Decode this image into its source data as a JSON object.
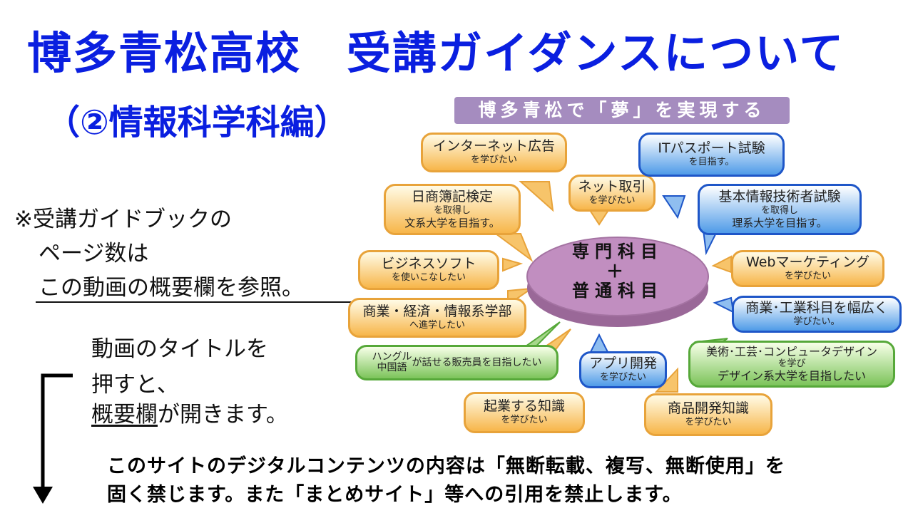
{
  "title": "博多青松高校　受講ガイダンスについて",
  "subtitle": "（②情報科学科編）",
  "note": {
    "line1": "※受講ガイドブックの",
    "line2": "ページ数は",
    "line3": "この動画の概要欄を参照。"
  },
  "hint": {
    "line1": "動画のタイトルを",
    "line2": "押すと、",
    "line3_underlined": "概要欄",
    "line3_rest": "が開きます。"
  },
  "warning": {
    "line1": "このサイトのデジタルコンテンツの内容は「無断転載、複写、無断使用」を",
    "line2": "固く禁じます。また「まとめサイト」等への引用を禁止します。"
  },
  "diagram": {
    "banner": "博多青松で「夢」を実現する",
    "center_top": "専門科目",
    "center_plus": "＋",
    "center_bottom": "普通科目",
    "bubbles": {
      "internet_ad": {
        "main": "インターネット広告",
        "sub": "を学びたい",
        "color": "orange"
      },
      "boki": {
        "main": "日商簿記検定",
        "sub1": "を取得し",
        "sub2": "文系大学を目指す。",
        "color": "orange"
      },
      "net_trade": {
        "main": "ネット取引",
        "sub": "を学びたい",
        "color": "orange"
      },
      "business_soft": {
        "main": "ビジネスソフト",
        "sub": "を使いこなしたい",
        "color": "orange"
      },
      "commerce_faculty": {
        "main": "商業・経済・情報系学部",
        "sub": "へ進学したい",
        "color": "orange"
      },
      "startup": {
        "main": "起業する知識",
        "sub": "を学びたい",
        "color": "orange"
      },
      "product_dev": {
        "main": "商品開発知識",
        "sub": "を学びたい",
        "color": "orange"
      },
      "web_marketing": {
        "main": "Webマーケティング",
        "sub": "を学びたい",
        "color": "orange"
      },
      "it_passport": {
        "main": "ITパスポート試験",
        "sub": "を目指す。",
        "color": "blue"
      },
      "fe_exam": {
        "main": "基本情報技術者試験",
        "sub1": "を取得し",
        "sub2": "理系大学を目指す。",
        "color": "blue"
      },
      "commerce_industry": {
        "main": "商業･工業科目を幅広く",
        "sub": "学びたい。",
        "color": "blue"
      },
      "app_dev": {
        "main": "アプリ開発",
        "sub": "を学びたい",
        "color": "blue"
      },
      "hangul": {
        "main_l1": "ハングル",
        "main_l2": "中国語",
        "rest": "が話せる販売員を目指したい",
        "color": "green"
      },
      "art": {
        "main": "美術･工芸･コンピュータデザイン",
        "sub1": "を学び",
        "sub2": "デザイン系大学を目指したい",
        "color": "green"
      }
    }
  },
  "colors": {
    "title": "#0a1fe0",
    "banner": "#a58cbf",
    "center_ellipse": "#b67fb4",
    "orange_border": "#e8a33a",
    "blue_border": "#1e56c8",
    "green_border": "#56a839"
  }
}
